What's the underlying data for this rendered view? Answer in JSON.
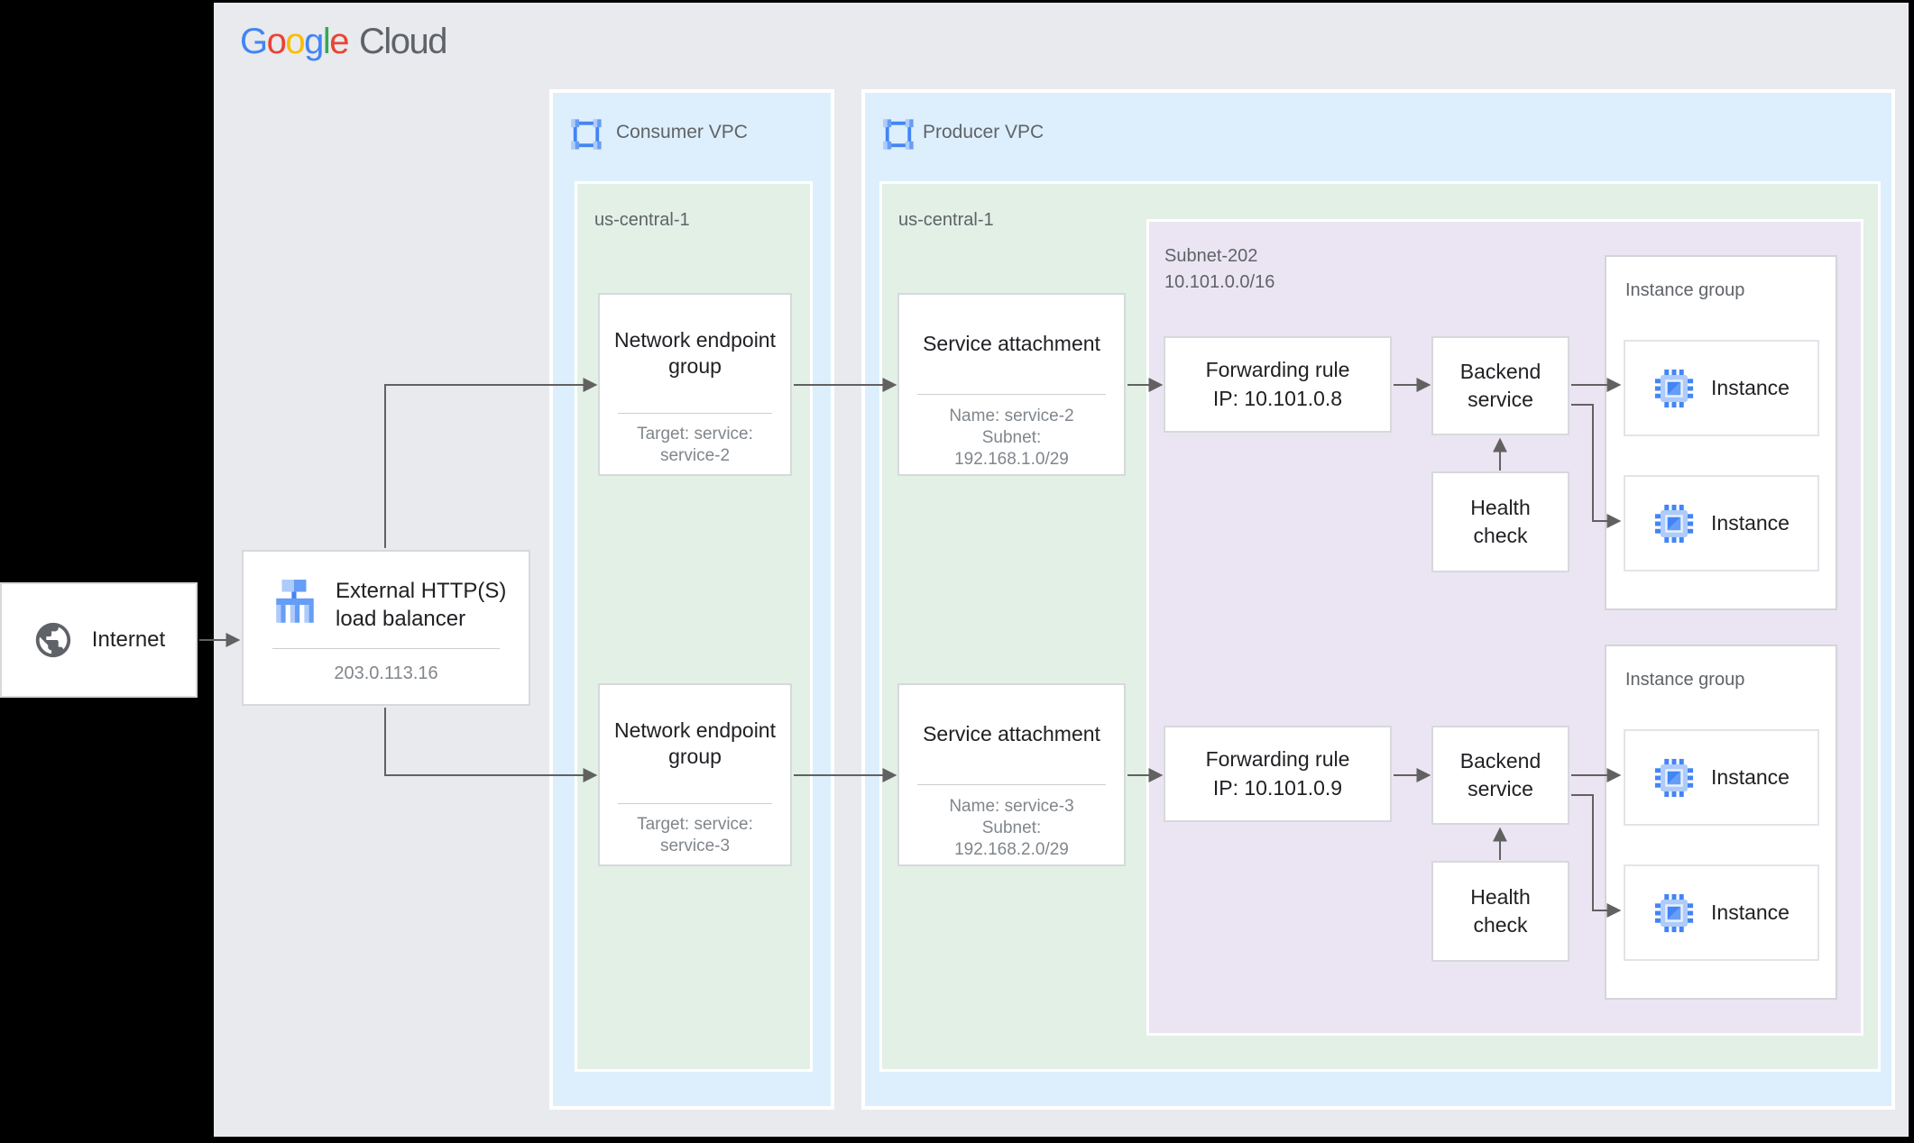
{
  "colors": {
    "canvas_gray": "#e8eaed",
    "vpc_blue": "#ddeffc",
    "region_green": "#e2f0e6",
    "subnet_purple": "#ebe5f3",
    "arrow_gray": "#616161",
    "google_blue": "#4285F4",
    "google_red": "#EA4335",
    "google_yellow": "#FBBC05",
    "google_green": "#34A853",
    "icon_blue_dark": "#4285f4",
    "icon_blue_mid": "#669df6",
    "icon_blue_light": "#aecbfa"
  },
  "logo": {
    "letters": [
      "G",
      "o",
      "o",
      "g",
      "l",
      "e"
    ],
    "suffix": "Cloud"
  },
  "internet": {
    "label": "Internet"
  },
  "load_balancer": {
    "title": "External HTTP(S) load balancer",
    "ip": "203.0.113.16"
  },
  "consumer_vpc": {
    "label": "Consumer VPC",
    "region": "us-central-1",
    "negs": [
      {
        "title": "Network endpoint group",
        "subtitle": "Target: service: service-2"
      },
      {
        "title": "Network endpoint group",
        "subtitle": "Target: service: service-3"
      }
    ]
  },
  "producer_vpc": {
    "label": "Producer VPC",
    "region": "us-central-1",
    "subnet": {
      "name": "Subnet-202",
      "cidr": "10.101.0.0/16"
    },
    "service_attachments": [
      {
        "title": "Service attachment",
        "lines": [
          "Name: service-2",
          "Subnet:",
          "192.168.1.0/29"
        ]
      },
      {
        "title": "Service attachment",
        "lines": [
          "Name: service-3",
          "Subnet:",
          "192.168.2.0/29"
        ]
      }
    ],
    "paths": [
      {
        "forwarding_rule_title": "Forwarding rule",
        "forwarding_rule_ip": "IP: 10.101.0.8",
        "backend_service": "Backend service",
        "health_check": "Health check",
        "instance_group_label": "Instance group",
        "instances": [
          "Instance",
          "Instance"
        ]
      },
      {
        "forwarding_rule_title": "Forwarding rule",
        "forwarding_rule_ip": "IP: 10.101.0.9",
        "backend_service": "Backend service",
        "health_check": "Health check",
        "instance_group_label": "Instance group",
        "instances": [
          "Instance",
          "Instance"
        ]
      }
    ]
  }
}
